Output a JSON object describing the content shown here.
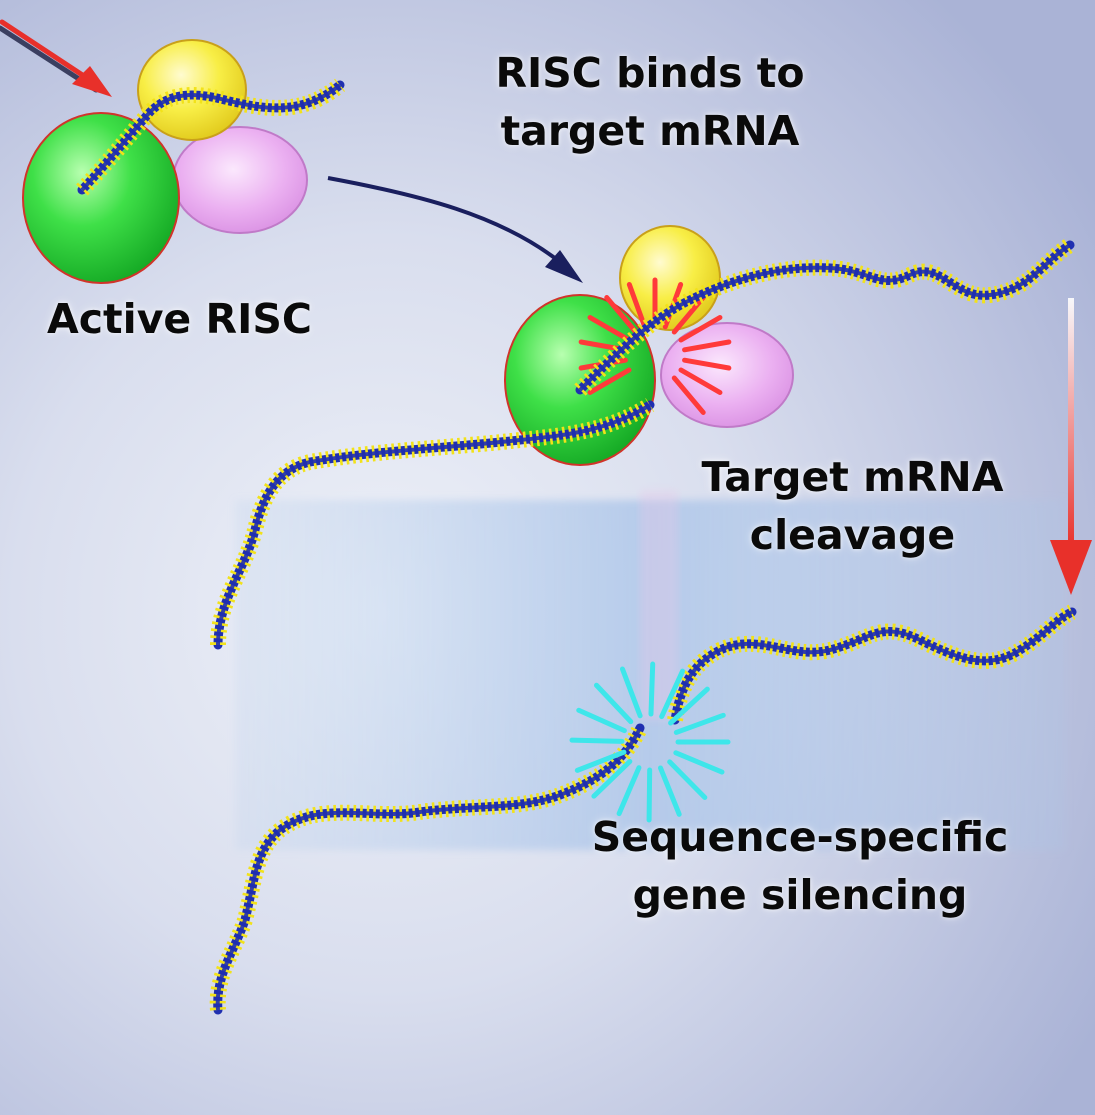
{
  "labels": {
    "active_risc": "Active RISC",
    "binds": [
      "RISC binds to",
      "target mRNA"
    ],
    "cleavage": [
      "Target mRNA",
      "cleavage"
    ],
    "silencing": [
      "Sequence-specific",
      "gene silencing"
    ]
  },
  "colors": {
    "background": "#c7cde3",
    "rna_backbone": "#1f2fb0",
    "rna_ticks": "#f2e21a",
    "protein_green": "#2fd43a",
    "protein_yellow": "#f7ec3c",
    "protein_pink": "#e9a6ef",
    "arrow_red": "#e8302a",
    "arrow_navy": "#1a1f5e",
    "spark_red": "#ff3a3a",
    "spark_cyan": "#3ee6ea"
  }
}
